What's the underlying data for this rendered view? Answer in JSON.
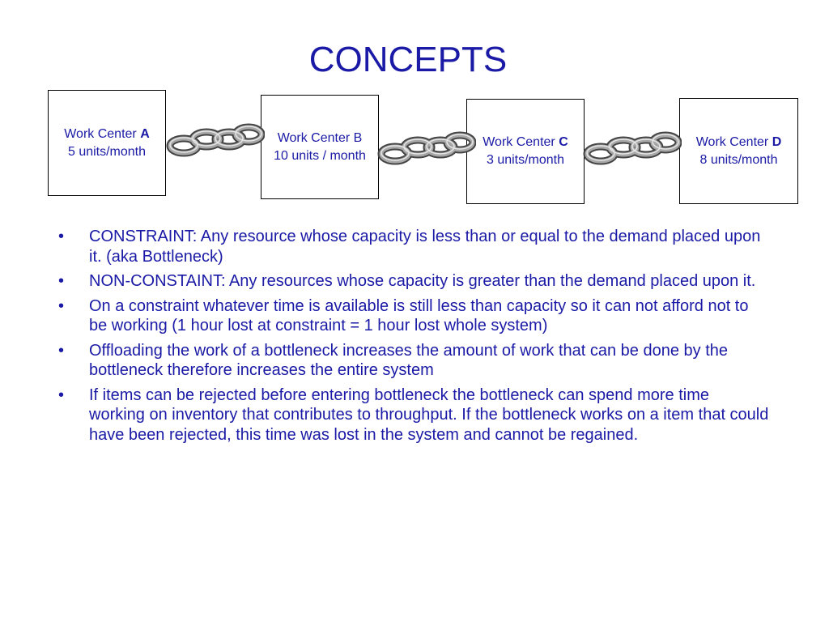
{
  "title": "CONCEPTS",
  "work_centers": [
    {
      "prefix": "Work Center ",
      "letter": "A",
      "capacity": "5 units/month"
    },
    {
      "prefix": "Work Center B",
      "letter": "",
      "capacity": "10 units / month"
    },
    {
      "prefix": "Work Center ",
      "letter": "C",
      "capacity": "3 units/month"
    },
    {
      "prefix": "Work Center ",
      "letter": "D",
      "capacity": "8 units/month"
    }
  ],
  "chain_icon": "chain-link-icon",
  "bullets": [
    "CONSTRAINT: Any resource whose capacity is less than or equal to the demand placed upon it. (aka Bottleneck)",
    "NON-CONSTAINT: Any resources whose capacity is greater than the demand placed upon it.",
    "On a constraint whatever time is available is still less than capacity so it can not afford not to be working (1 hour lost at constraint = 1 hour lost whole system)",
    "Offloading the work of a bottleneck increases the amount of work that can be done by the bottleneck therefore increases the entire system",
    "If items can be rejected before entering bottleneck the bottleneck can spend more time working on inventory that contributes to throughput.  If the bottleneck works on a item that could have been rejected, this time was lost in the system and cannot be regained."
  ],
  "colors": {
    "text": "#1a1aa6",
    "chain": "#8a8a8a"
  }
}
